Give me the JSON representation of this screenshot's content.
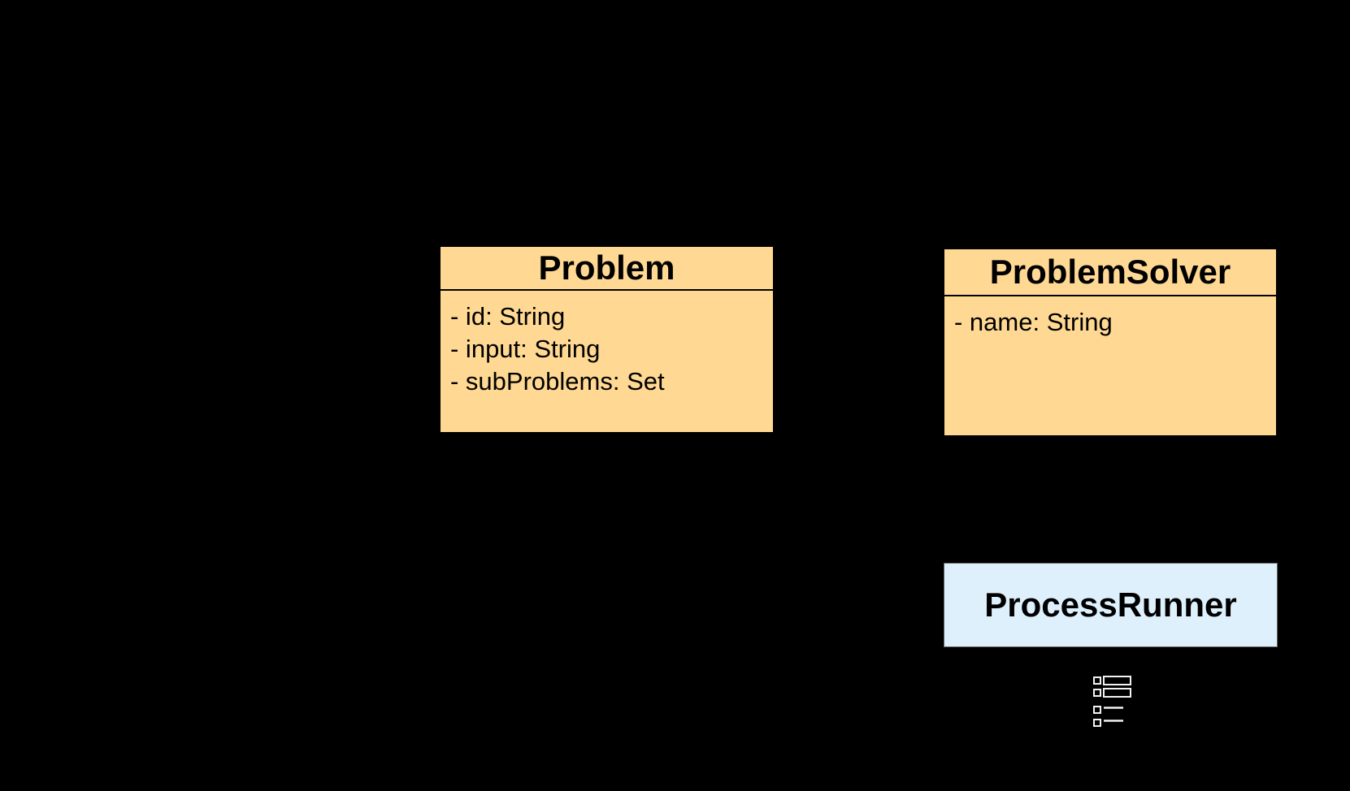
{
  "diagram": {
    "background_color": "#000000",
    "class_fill_color": "#ffd993",
    "class_border_color": "#000000",
    "runner_fill_color": "#def0fc",
    "runner_border_color": "#666666",
    "icon_color": "#f2f2f2",
    "problem": {
      "title": "Problem",
      "attributes": [
        "- id: String",
        "- input: String",
        "- subProblems: Set"
      ]
    },
    "problem_solver": {
      "title": "ProblemSolver",
      "attributes": [
        "- name: String"
      ]
    },
    "process_runner": {
      "title": "ProcessRunner"
    },
    "icons": {
      "list_icon": "list-icon"
    }
  }
}
